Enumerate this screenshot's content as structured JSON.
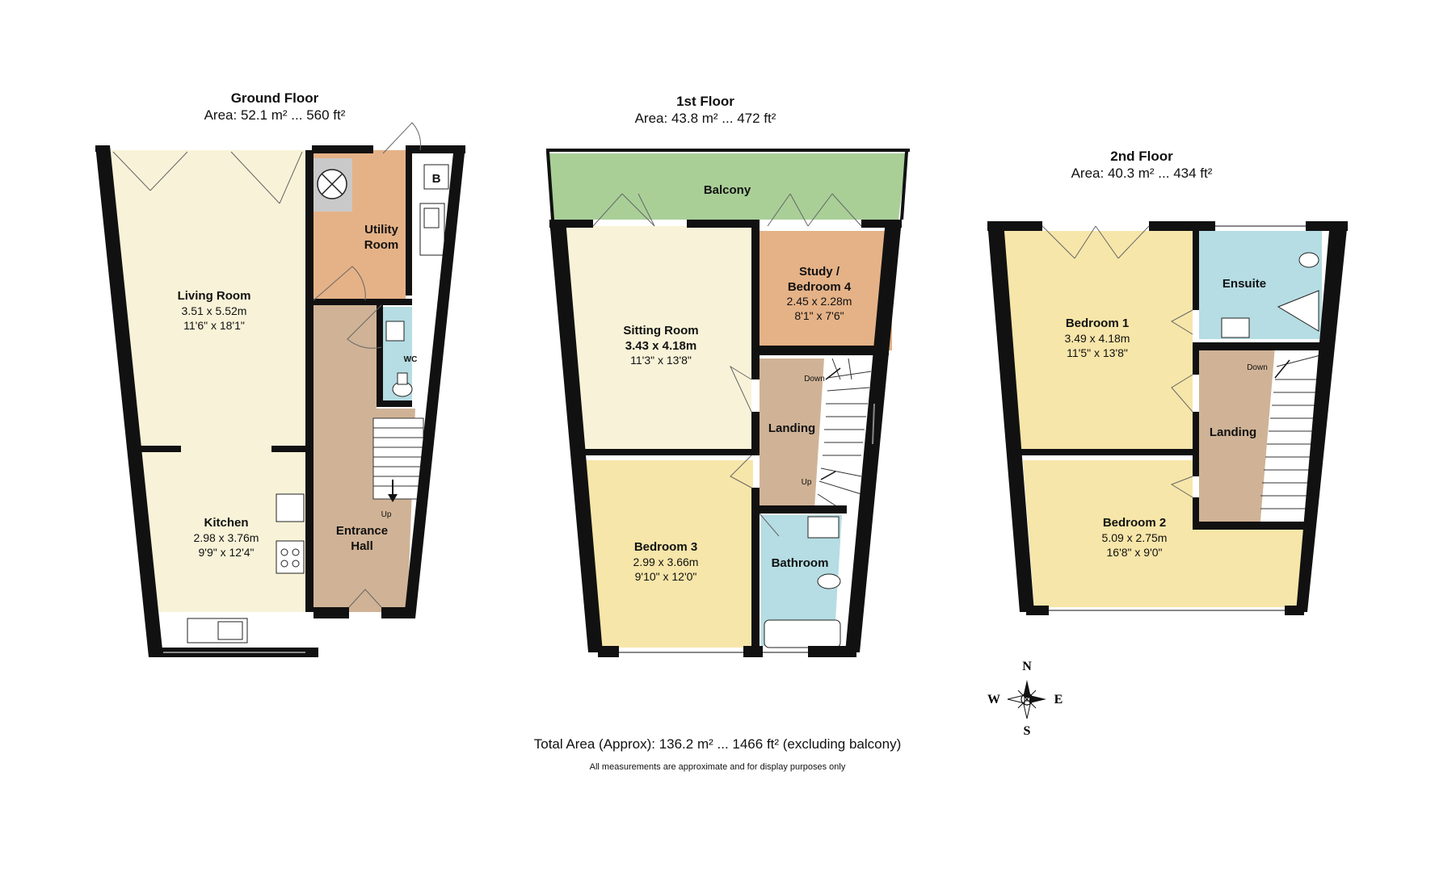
{
  "floors": {
    "ground": {
      "title": "Ground Floor",
      "area": "Area: 52.1 m² ... 560 ft²",
      "rooms": {
        "living": {
          "name": "Living Room",
          "metric": "3.51 x 5.52m",
          "imperial": "11'6\" x 18'1\""
        },
        "kitchen": {
          "name": "Kitchen",
          "metric": "2.98 x 3.76m",
          "imperial": "9'9\" x 12'4\""
        },
        "utility_1": "Utility",
        "utility_2": "Room",
        "wc": "WC",
        "hall_1": "Entrance",
        "hall_2": "Hall",
        "boiler": "B",
        "stairs_up": "Up"
      }
    },
    "first": {
      "title": "1st Floor",
      "area": "Area: 43.8 m² ... 472 ft²",
      "rooms": {
        "balcony": "Balcony",
        "sitting": {
          "name": "Sitting Room",
          "metric": "3.43 x 4.18m",
          "imperial": "11'3\" x 13'8\""
        },
        "study_1": "Study /",
        "study_2": "Bedroom 4",
        "study_metric": "2.45 x 2.28m",
        "study_imperial": "8'1\" x 7'6\"",
        "landing": "Landing",
        "bedroom3": {
          "name": "Bedroom 3",
          "metric": "2.99 x 3.66m",
          "imperial": "9'10\" x 12'0\""
        },
        "bathroom": "Bathroom",
        "stairs_down": "Down",
        "stairs_up": "Up"
      }
    },
    "second": {
      "title": "2nd Floor",
      "area": "Area: 40.3 m² ... 434 ft²",
      "rooms": {
        "bedroom1": {
          "name": "Bedroom 1",
          "metric": "3.49 x 4.18m",
          "imperial": "11'5\" x 13'8\""
        },
        "ensuite": "Ensuite",
        "landing": "Landing",
        "bedroom2": {
          "name": "Bedroom 2",
          "metric": "5.09 x 2.75m",
          "imperial": "16'8\" x 9'0\""
        },
        "stairs_down": "Down"
      }
    }
  },
  "compass": {
    "n": "N",
    "s": "S",
    "e": "E",
    "w": "W"
  },
  "footer": {
    "total": "Total Area (Approx): 136.2 m² ... 1466 ft² (excluding balcony)",
    "disclaimer": "All measurements are approximate and for display purposes only"
  },
  "colors": {
    "living": "#f8f3d8",
    "utility": "#e5b287",
    "hall": "#d0b396",
    "wet": "#b5dde3",
    "bedroom": "#f7e6a9",
    "study": "#e5b287",
    "balcony": "#a9cf97",
    "wall": "#111111"
  }
}
